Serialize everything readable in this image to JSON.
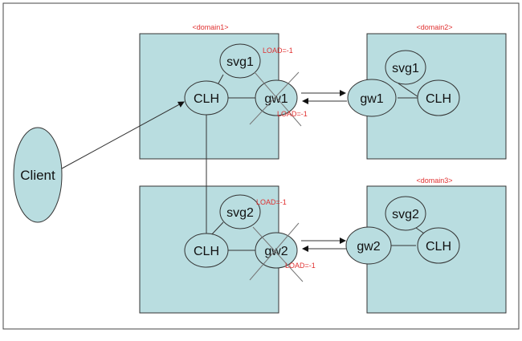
{
  "domains": {
    "d1": "<domain1>",
    "d2": "<domain2>",
    "d3": "<domain3>"
  },
  "nodes": {
    "client": "Client",
    "svg1_d1": "svg1",
    "clh_d1": "CLH",
    "gw1_d1": "gw1",
    "svg2_a": "svg2",
    "clh_a": "CLH",
    "gw2_a": "gw2",
    "gw1_d2": "gw1",
    "svg1_d2": "svg1",
    "clh_d2": "CLH",
    "gw2_d3": "gw2",
    "svg2_d3": "svg2",
    "clh_d3": "CLH"
  },
  "load_labels": {
    "gw1_top": "LOAD=-1",
    "gw1_bottom": "LOAD=-1",
    "gw2_top": "LOAD=-1",
    "gw2_bottom": "LOAD=-1"
  },
  "colors": {
    "box_fill": "#b9dde0",
    "label_red": "#e03030",
    "outline": "#333333"
  }
}
